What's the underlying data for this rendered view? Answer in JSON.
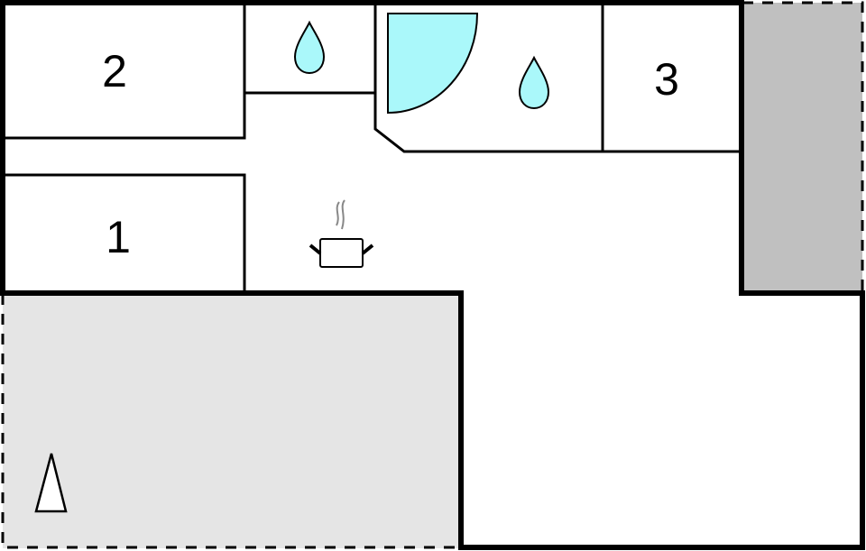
{
  "floorplan": {
    "rooms": [
      {
        "id": "bedroom-2",
        "label": "2"
      },
      {
        "id": "bedroom-1",
        "label": "1"
      },
      {
        "id": "bedroom-3",
        "label": "3"
      }
    ],
    "symbols": {
      "bathroom_small": "water-drop",
      "bathroom_large": "water-drop",
      "shower": "quarter-circle-shower",
      "kitchen": "cooking-pot",
      "terrace": "north-arrow"
    },
    "areas": {
      "terrace": {
        "fill": "#e5e5e5",
        "border": "dashed"
      },
      "annex": {
        "fill": "#c0c0c0",
        "border": "dashed"
      }
    },
    "colors": {
      "wall": "#000000",
      "water": "#aaf8fa",
      "steam": "#888888",
      "terrace": "#e5e5e5",
      "annex": "#c0c0c0"
    }
  }
}
